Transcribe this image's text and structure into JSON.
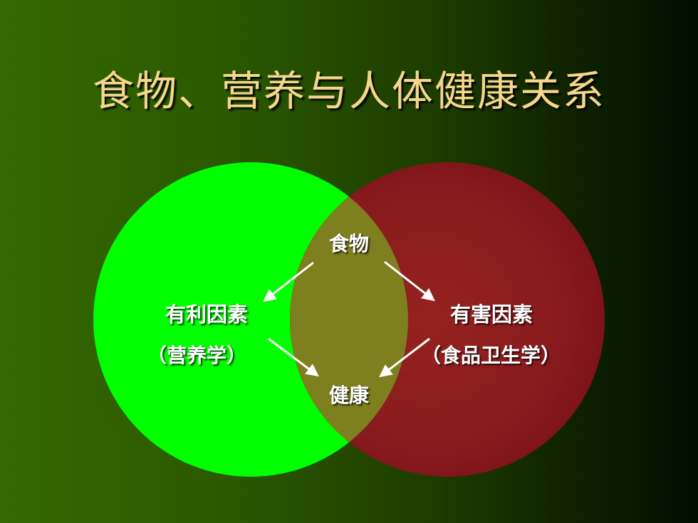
{
  "slide": {
    "title": "食物、营养与人体健康关系"
  },
  "diagram": {
    "center_top": "食物",
    "center_bottom": "健康",
    "left": {
      "label": "有利因素",
      "sublabel": "（营养学）",
      "color": "#00ff00"
    },
    "right": {
      "label": "有害因素",
      "sublabel": "（食品卫生学）",
      "color": "#8b1c1c"
    },
    "overlap_color": "#7f8020",
    "arrow_color": "#ffffff"
  }
}
